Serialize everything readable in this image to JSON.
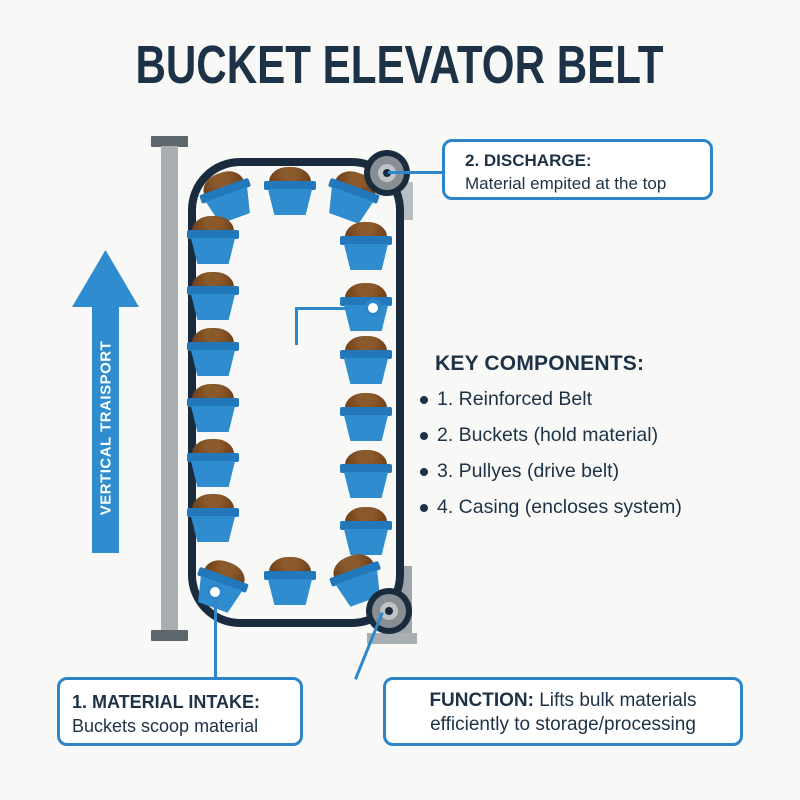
{
  "title": "BUCKET ELEVATOR BELT",
  "arrow": {
    "label": "VERTICAL TRAISPORT"
  },
  "callouts": {
    "discharge": {
      "title": "2. DISCHARGE:",
      "body": "Material empited at the top"
    },
    "intake": {
      "title": "1. MATERIAL INTAKE:",
      "body": "Buckets scoop material"
    },
    "function_label": "FUNCTION:",
    "function_body": "Lifts bulk materials efficiently to storage/processing"
  },
  "key_components": {
    "title": "KEY COMPONENTS:",
    "items": [
      "1. Reinforced Belt",
      "2. Buckets (hold material)",
      "3. Pullyes (drive belt)",
      "4. Casing (encloses system)"
    ]
  },
  "diagram": {
    "bucket_count": 18,
    "pulley_count": 2
  },
  "colors": {
    "navy_text": "#1d3246",
    "belt": "#1a2b3e",
    "blue": "#2f8dcf",
    "border_blue": "#2b85c8",
    "bucket_rim": "#2278bb",
    "material_brown": "#7a4a20",
    "gray": "#a9aeb2",
    "dark_gray": "#5d666d",
    "background": "#f8f8f6"
  }
}
